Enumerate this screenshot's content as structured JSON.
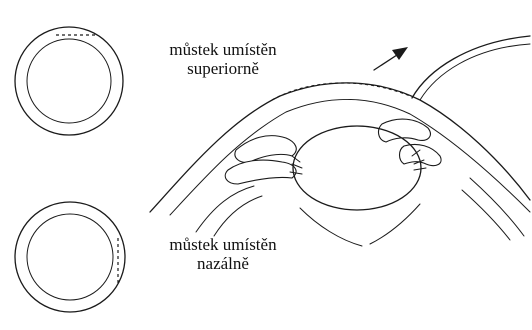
{
  "labels": {
    "superior": {
      "line1": "můstek umístěn",
      "line2": "superiorně"
    },
    "nasal": {
      "line1": "můstek umístěn",
      "line2": "nazálně"
    }
  },
  "icons": [
    "ring-superior-bridge-icon",
    "ring-nasal-bridge-icon",
    "eye-cross-section-illustration",
    "arrow-up-right-icon"
  ],
  "colors": {
    "ink": "#1a1a1a",
    "background": "#ffffff"
  }
}
